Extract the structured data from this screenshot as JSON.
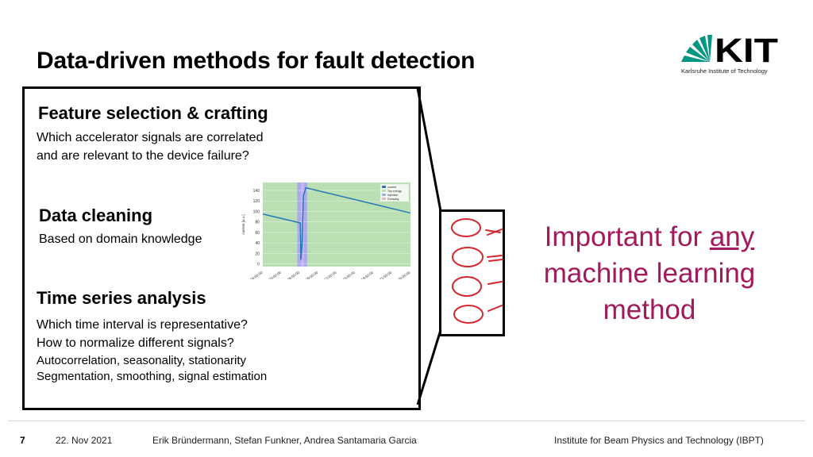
{
  "slide": {
    "title": "Data-driven methods for fault detection"
  },
  "logo": {
    "text": "KIT",
    "subtitle": "Karlsruhe Institute of Technology",
    "color": "#009682"
  },
  "sections": {
    "feature": {
      "title": "Feature selection & crafting",
      "lines": [
        "Which accelerator signals are correlated",
        "and are relevant to the device failure?"
      ]
    },
    "cleaning": {
      "title": "Data cleaning",
      "lines": [
        "Based on domain knowledge"
      ]
    },
    "timeseries": {
      "title": "Time series analysis",
      "lines": [
        "Which time interval is representative?",
        "How to normalize different signals?"
      ],
      "small_lines": [
        "Autocorrelation, seasonality, stationarity",
        "Segmentation, smoothing, signal estimation"
      ]
    }
  },
  "callout": {
    "before": "Important for ",
    "underlined": "any",
    "line2": "machine learning",
    "line3": "method",
    "color": "#a3195b"
  },
  "chart_data": {
    "type": "line",
    "ylabel": "current [a.u.]",
    "yticks": [
      0,
      20,
      40,
      60,
      80,
      100,
      120,
      140
    ],
    "ylim": [
      -5,
      155
    ],
    "xticks": [
      "00:00:00",
      "03:00:00",
      "06:00:00",
      "09:00:00",
      "12:00:00",
      "15:00:00",
      "18:00:00",
      "21:00:00",
      "00:00:00"
    ],
    "legend": [
      "current",
      "Top energy",
      "Injection",
      "Dumping"
    ],
    "series": [
      {
        "name": "current",
        "x": [
          0,
          6.1,
          6.2,
          6.4,
          6.6,
          7.0,
          24
        ],
        "y": [
          95,
          78,
          8,
          40,
          130,
          145,
          97
        ]
      }
    ],
    "colors": {
      "top_energy": "#b9dfb2",
      "injection": "#a9a9ee",
      "current": "#2577b8"
    }
  },
  "footer": {
    "page": "7",
    "date": "22. Nov 2021",
    "authors": "Erik Bründermann, Stefan Funkner, Andrea Santamaria Garcia",
    "institute": "Institute for Beam Physics and Technology (IBPT)"
  }
}
